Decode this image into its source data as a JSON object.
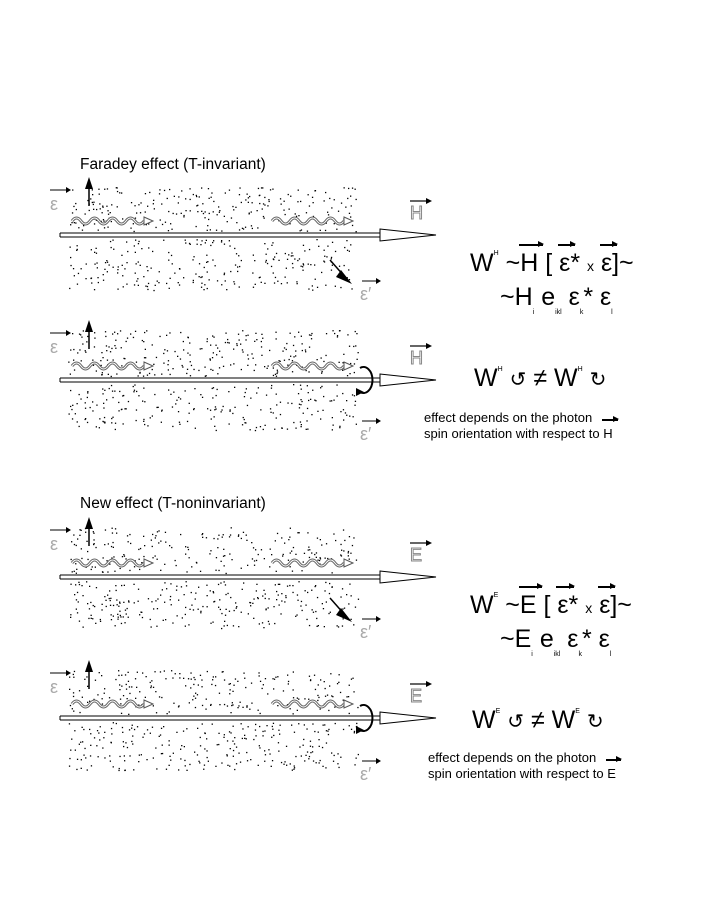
{
  "section1": {
    "title": "Faradey effect (T-invariant)",
    "field_label": "H",
    "eq_line1": {
      "W": "W",
      "sup": "H",
      "field": "H",
      "bracket_open": "[",
      "eps_star": "ε",
      "star": "*",
      "x": "x",
      "eps": "ε",
      "bracket_close": "]~"
    },
    "eq_line2": {
      "tilde": "~",
      "field": "H",
      "i": "i",
      "e": "e",
      "ikl": "ikl",
      "eps_k": "ε",
      "k": "k",
      "star": "*",
      "eps_l": "ε",
      "l": "l"
    },
    "inequality": {
      "W": "W",
      "sup": "H",
      "neq": "≠"
    },
    "note_line1": "effect depends on the photon",
    "note_line2": "spin orientation with respect to",
    "note_field": "H"
  },
  "section2": {
    "title": "New effect (T-noninvariant)",
    "field_label": "E",
    "eq_line1": {
      "W": "W",
      "sup": "E",
      "field": "E",
      "bracket_open": "[",
      "eps_star": "ε",
      "star": "*",
      "x": "x",
      "eps": "ε",
      "bracket_close": "]~"
    },
    "eq_line2": {
      "tilde": "~",
      "field": "E",
      "i": "i",
      "e": "e",
      "ikl": "ikl",
      "eps_k": "ε",
      "k": "k",
      "star": "*",
      "eps_l": "ε",
      "l": "l"
    },
    "inequality": {
      "W": "W",
      "sup": "E",
      "neq": "≠"
    },
    "note_line1": "effect depends on the photon",
    "note_line2": "spin orientation with respect to",
    "note_field": "E"
  },
  "labels": {
    "epsilon": "ε",
    "epsilon_prime": "ε′"
  }
}
